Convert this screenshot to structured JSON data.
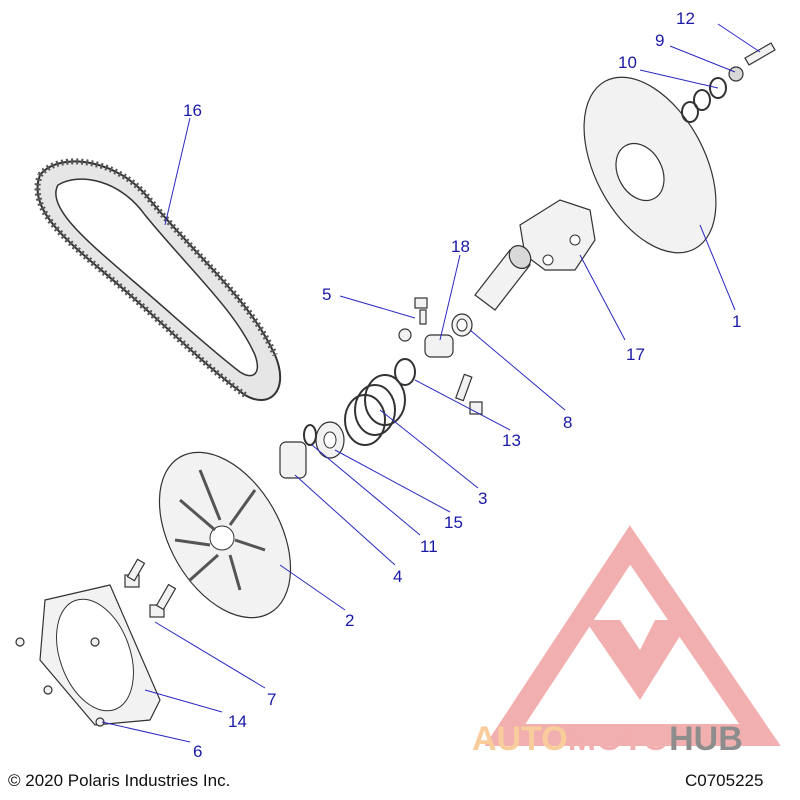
{
  "callouts": {
    "c1": "1",
    "c2": "2",
    "c3": "3",
    "c4": "4",
    "c5": "5",
    "c6": "6",
    "c7": "7",
    "c8": "8",
    "c9": "9",
    "c10": "10",
    "c11": "11",
    "c12": "12",
    "c13": "13",
    "c14": "14",
    "c15": "15",
    "c16": "16",
    "c17": "17",
    "c18": "18"
  },
  "footer": {
    "copyright": "© 2020 Polaris Industries Inc.",
    "figure_id": "C0705225"
  },
  "watermark": {
    "part1": "AUTO",
    "part2": "MOTO",
    "part3": "HUB",
    "color_primary": "#f0a2a2",
    "color_secondary": "#f7c58a",
    "color_dark": "#7a7a7a"
  },
  "colors": {
    "callout_text": "#1a1aa6",
    "leader_line": "#2a2ac0"
  }
}
